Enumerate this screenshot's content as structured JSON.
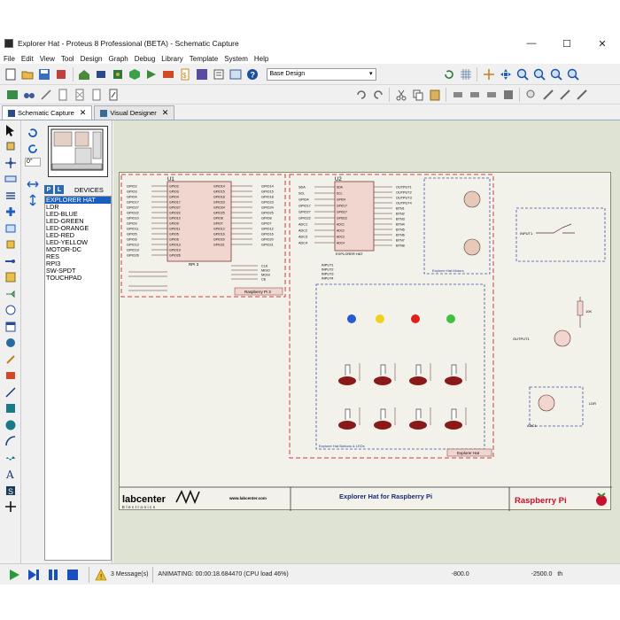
{
  "window": {
    "title": "Explorer Hat - Proteus 8 Professional (BETA) - Schematic Capture",
    "minimize": "—",
    "maximize": "☐",
    "close": "✕"
  },
  "menu": [
    "File",
    "Edit",
    "View",
    "Tool",
    "Design",
    "Graph",
    "Debug",
    "Library",
    "Template",
    "System",
    "Help"
  ],
  "toolbar": {
    "design_dropdown": "Base Design"
  },
  "tabs": [
    {
      "label": "Schematic Capture",
      "close": "✕"
    },
    {
      "label": "Visual Designer",
      "close": "✕"
    }
  ],
  "selector": {
    "mode_p": "P",
    "mode_l": "L",
    "devices_label": "DEVICES",
    "rotation": "0°",
    "devices": [
      "EXPLORER HAT",
      "LDR",
      "LED-BLUE",
      "LED-GREEN",
      "LED-ORANGE",
      "LED-RED",
      "LED-YELLOW",
      "MOTOR-DC",
      "RES",
      "RPI3",
      "SW-SPDT",
      "TOUCHPAD"
    ]
  },
  "schematic": {
    "u1_ref": "U1",
    "u1_part": "RPI 3",
    "u1_badge": "Raspberry Pi 3",
    "u2_ref": "U2",
    "u2_part": "EXPLORER HAT",
    "motors_label": "Explorer Hat Motors",
    "leds_label": "Explorer Hat Buttons & LEDs",
    "hat_badge": "Explorer Hat",
    "labcenter": "labcenter",
    "electronics": "Electronics",
    "website": "www.labcenter.com",
    "sheet_title": "Explorer Hat for Raspberry Pi",
    "rpi_logo_text": "Raspberry Pi",
    "u1_left_pins": [
      "GPIO2",
      "GPIO3",
      "GPIO4",
      "GPIO17",
      "GPIO27",
      "GPIO22",
      "GPIO10",
      "GPIO9",
      "GPIO11",
      "GPIO5",
      "GPIO6",
      "GPIO13",
      "GPIO19",
      "GPIO26"
    ],
    "u1_right_pins": [
      "GPIO14",
      "GPIO15",
      "GPIO18",
      "GPIO23",
      "GPIO24",
      "GPIO25",
      "GPIO8",
      "GPIO7",
      "GPIO12",
      "GPIO16",
      "GPIO20",
      "GPIO21"
    ],
    "u2_left_pins": [
      "SDA",
      "SCL",
      "GPIO4",
      "GPIO17",
      "GPIO27",
      "GPIO22",
      "ADC1",
      "ADC2",
      "ADC3",
      "ADC4"
    ],
    "u2_right_pins": [
      "OUTPUT1",
      "OUTPUT2",
      "OUTPUT3",
      "OUTPUT4",
      "BTN1",
      "BTN2",
      "BTN3",
      "BTN4",
      "BTN5",
      "BTN6",
      "BTN7",
      "BTN8"
    ],
    "input_labels": [
      "INPUT1",
      "INPUT2",
      "INPUT3",
      "INPUT4"
    ],
    "spi_labels": [
      "CLK",
      "MISO",
      "MOSI",
      "CE"
    ],
    "output_label": "OUTPUT1",
    "adc_label": "ADC1",
    "ldr_label": "LDR",
    "res_label": "10K",
    "input1_label": "INPUT1"
  },
  "status": {
    "messages": "3 Message(s)",
    "animating": "ANIMATING: 00:00:18.684470 (CPU load 46%)",
    "coord_x": "-800.0",
    "coord_y": "-2500.0",
    "unit": "th"
  },
  "colors": {
    "sheet_border": "#8a8a70",
    "component_fill": "#f0d6cf",
    "wire": "#5a2a2a",
    "dashed_red": "#c84040",
    "dashed_blue": "#4050a0",
    "rpi_red": "#c8102e",
    "accent_blue": "#1a5fbf"
  }
}
